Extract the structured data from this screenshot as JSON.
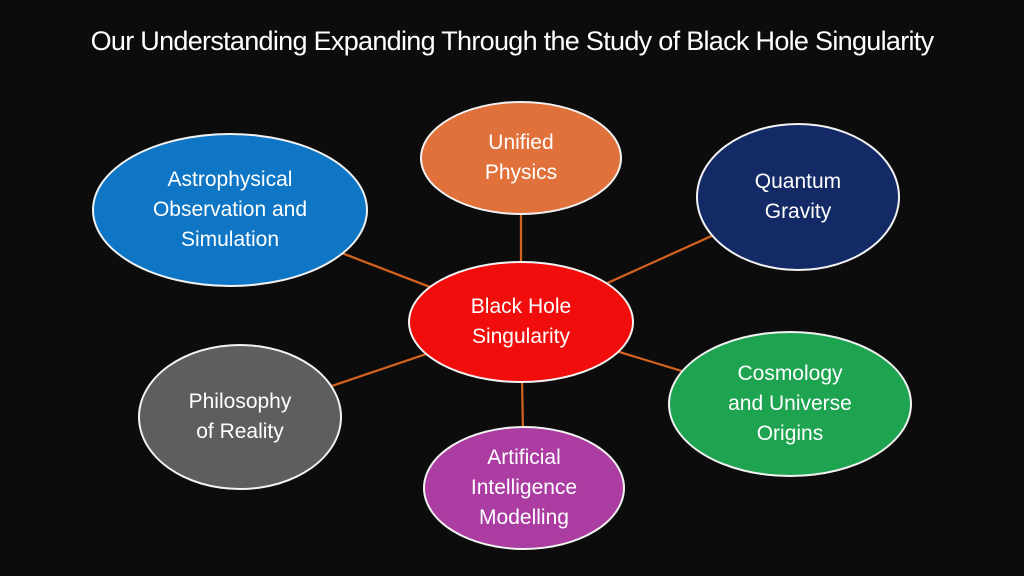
{
  "title": "Our Understanding Expanding Through the Study of Black Hole Singularity",
  "colors": {
    "background": "#0C0C0C",
    "title_text": "#FFFFFF",
    "node_text": "#FFFFFF",
    "node_border": "#F2F2F2",
    "connector": "#D2621E"
  },
  "diagram": {
    "center": {
      "label": "Black Hole Singularity",
      "lines": [
        "Black Hole",
        "Singularity"
      ],
      "color": "#F20D0D"
    },
    "nodes": [
      {
        "id": "unified-physics",
        "label": "Unified Physics",
        "lines": [
          "Unified",
          "Physics"
        ],
        "color": "#E0713A"
      },
      {
        "id": "quantum-gravity",
        "label": "Quantum Gravity",
        "lines": [
          "Quantum",
          "Gravity"
        ],
        "color": "#132A66"
      },
      {
        "id": "astrophysical-observation-and-simulation",
        "label": "Astrophysical Observation and Simulation",
        "lines": [
          "Astrophysical",
          "Observation and",
          "Simulation"
        ],
        "color": "#0F76C5"
      },
      {
        "id": "cosmology-and-universe-origins",
        "label": "Cosmology and Universe Origins",
        "lines": [
          "Cosmology",
          "and Universe",
          "Origins"
        ],
        "color": "#1EA450"
      },
      {
        "id": "philosophy-of-reality",
        "label": "Philosophy of Reality",
        "lines": [
          "Philosophy",
          "of Reality"
        ],
        "color": "#5E5E5E"
      },
      {
        "id": "artificial-intelligence-modelling",
        "label": "Artificial Intelligence Modelling",
        "lines": [
          "Artificial",
          "Intelligence",
          "Modelling"
        ],
        "color": "#AA3CA2"
      }
    ]
  }
}
